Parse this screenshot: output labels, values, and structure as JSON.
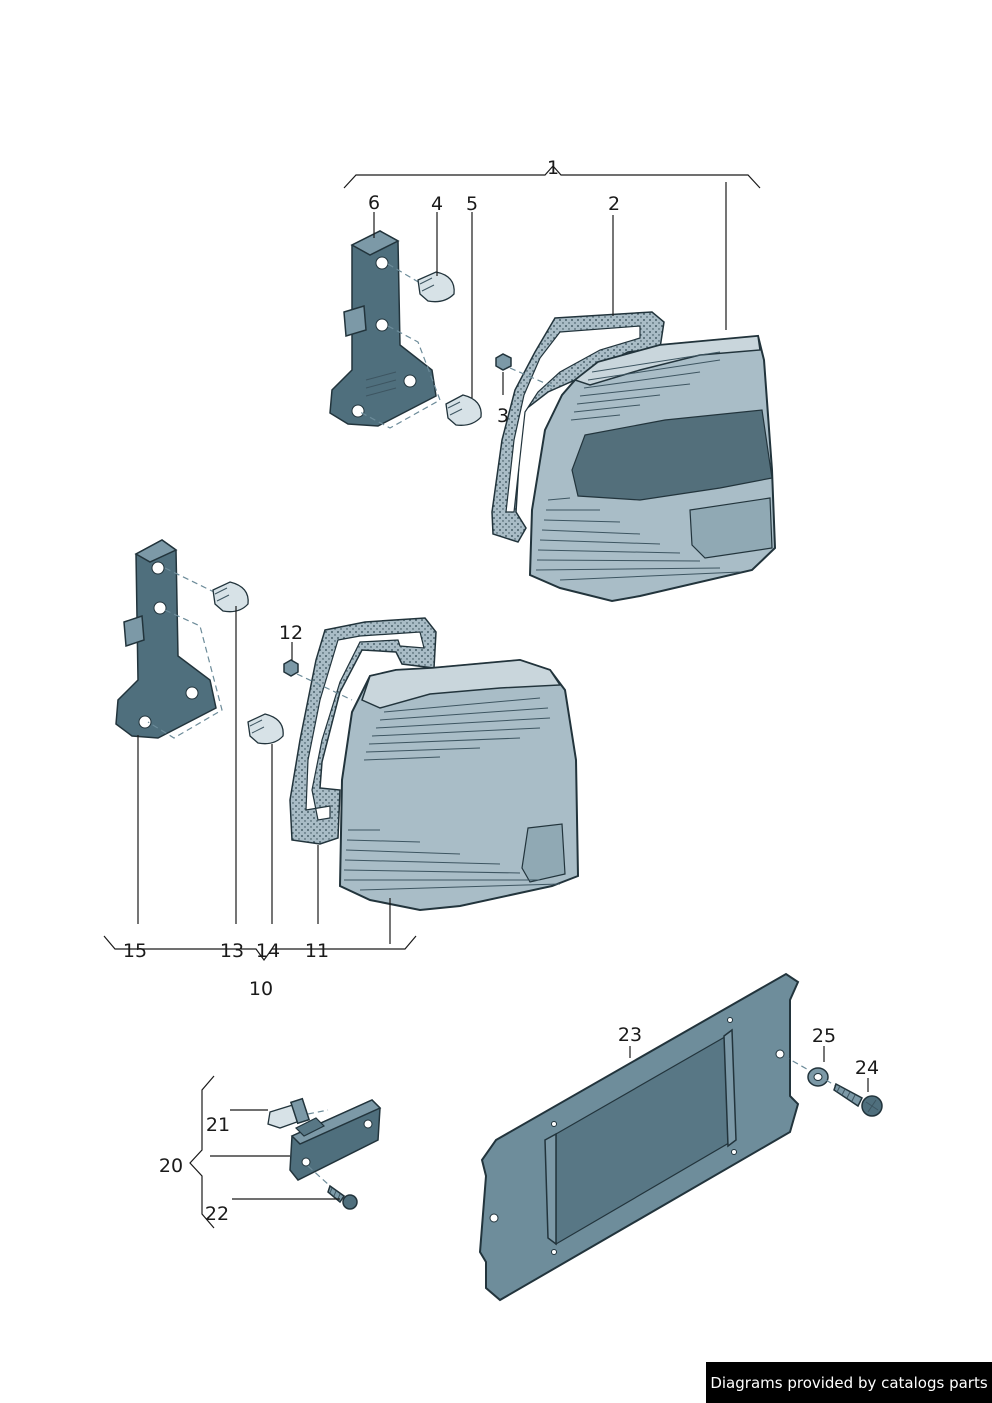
{
  "callouts": [
    {
      "id": "label-1",
      "text": "1"
    },
    {
      "id": "label-2",
      "text": "2"
    },
    {
      "id": "label-3",
      "text": "3"
    },
    {
      "id": "label-4",
      "text": "4"
    },
    {
      "id": "label-5",
      "text": "5"
    },
    {
      "id": "label-6",
      "text": "6"
    },
    {
      "id": "label-10",
      "text": "10"
    },
    {
      "id": "label-11",
      "text": "11"
    },
    {
      "id": "label-12",
      "text": "12"
    },
    {
      "id": "label-13",
      "text": "13"
    },
    {
      "id": "label-14",
      "text": "14"
    },
    {
      "id": "label-15",
      "text": "15"
    },
    {
      "id": "label-20",
      "text": "20"
    },
    {
      "id": "label-21",
      "text": "21"
    },
    {
      "id": "label-22",
      "text": "22"
    },
    {
      "id": "label-23",
      "text": "23"
    },
    {
      "id": "label-24",
      "text": "24"
    },
    {
      "id": "label-25",
      "text": "25"
    }
  ],
  "footer": {
    "text": "Diagrams provided by catalogs parts"
  }
}
